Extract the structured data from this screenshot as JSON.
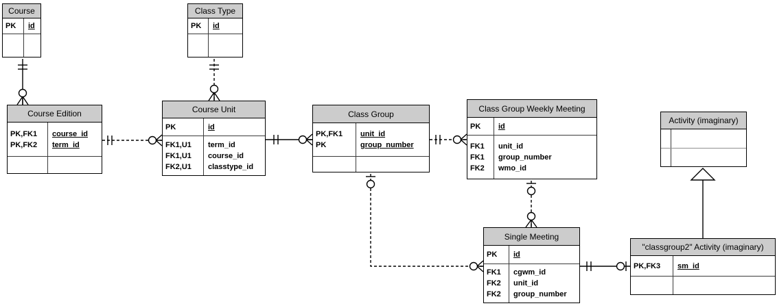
{
  "diagram": {
    "kind": "entity-relationship-diagram",
    "notation": "crows-foot",
    "colors": {
      "header_fill": "#cccccc",
      "border": "#000000",
      "background": "#ffffff",
      "text": "#000000"
    }
  },
  "entities": {
    "course": {
      "title": "Course",
      "sections": [
        [
          {
            "key": "PK",
            "name": "id",
            "pk": true
          }
        ],
        []
      ]
    },
    "class_type": {
      "title": "Class Type",
      "sections": [
        [
          {
            "key": "PK",
            "name": "id",
            "pk": true
          }
        ],
        []
      ]
    },
    "course_edition": {
      "title": "Course Edition",
      "sections": [
        [
          {
            "key": "PK,FK1",
            "name": "course_id",
            "pk": true
          },
          {
            "key": "PK,FK2",
            "name": "term_id",
            "pk": true
          }
        ],
        []
      ]
    },
    "course_unit": {
      "title": "Course Unit",
      "sections": [
        [
          {
            "key": "PK",
            "name": "id",
            "pk": true
          }
        ],
        [
          {
            "key": "FK1,U1",
            "name": "term_id"
          },
          {
            "key": "FK1,U1",
            "name": "course_id"
          },
          {
            "key": "FK2,U1",
            "name": "classtype_id"
          }
        ]
      ]
    },
    "class_group": {
      "title": "Class Group",
      "sections": [
        [
          {
            "key": "PK,FK1",
            "name": "unit_id",
            "pk": true
          },
          {
            "key": "PK",
            "name": "group_number",
            "pk": true
          }
        ],
        []
      ]
    },
    "class_group_weekly_meeting": {
      "title": "Class Group Weekly Meeting",
      "sections": [
        [
          {
            "key": "PK",
            "name": "id",
            "pk": true
          }
        ],
        [
          {
            "key": "FK1",
            "name": "unit_id"
          },
          {
            "key": "FK1",
            "name": "group_number"
          },
          {
            "key": "FK2",
            "name": "wmo_id"
          }
        ]
      ]
    },
    "activity": {
      "title": "Activity (imaginary)",
      "sections": [
        [],
        []
      ]
    },
    "single_meeting": {
      "title": "Single Meeting",
      "sections": [
        [
          {
            "key": "PK",
            "name": "id",
            "pk": true
          }
        ],
        [
          {
            "key": "FK1",
            "name": "cgwm_id"
          },
          {
            "key": "FK2",
            "name": "unit_id"
          },
          {
            "key": "FK2",
            "name": "group_number"
          }
        ]
      ]
    },
    "classgroup2_activity": {
      "title": "\"classgroup2\" Activity (imaginary)",
      "sections": [
        [
          {
            "key": "PK,FK3",
            "name": "sm_id",
            "pk": true
          }
        ],
        []
      ]
    }
  },
  "relationships": [
    {
      "from": "course",
      "to": "course_edition",
      "from_cardinality": "one-and-only-one",
      "to_cardinality": "zero-or-many",
      "line": "solid"
    },
    {
      "from": "class_type",
      "to": "course_unit",
      "from_cardinality": "one-and-only-one",
      "to_cardinality": "zero-or-many",
      "line": "dashed"
    },
    {
      "from": "course_edition",
      "to": "course_unit",
      "from_cardinality": "one-and-only-one",
      "to_cardinality": "zero-or-many",
      "line": "dashed"
    },
    {
      "from": "course_unit",
      "to": "class_group",
      "from_cardinality": "one-and-only-one",
      "to_cardinality": "zero-or-many",
      "line": "solid"
    },
    {
      "from": "class_group",
      "to": "class_group_weekly_meeting",
      "from_cardinality": "one-and-only-one",
      "to_cardinality": "zero-or-many",
      "line": "dashed"
    },
    {
      "from": "class_group",
      "to": "single_meeting",
      "from_cardinality": "zero-or-one",
      "to_cardinality": "zero-or-many",
      "line": "dashed"
    },
    {
      "from": "class_group_weekly_meeting",
      "to": "single_meeting",
      "from_cardinality": "zero-or-one",
      "to_cardinality": "zero-or-many",
      "line": "dashed"
    },
    {
      "from": "single_meeting",
      "to": "classgroup2_activity",
      "from_cardinality": "one-and-only-one",
      "to_cardinality": "zero-or-one",
      "line": "solid"
    },
    {
      "from": "activity",
      "to": "classgroup2_activity",
      "type": "inheritance-hollow-triangle",
      "line": "solid"
    }
  ]
}
